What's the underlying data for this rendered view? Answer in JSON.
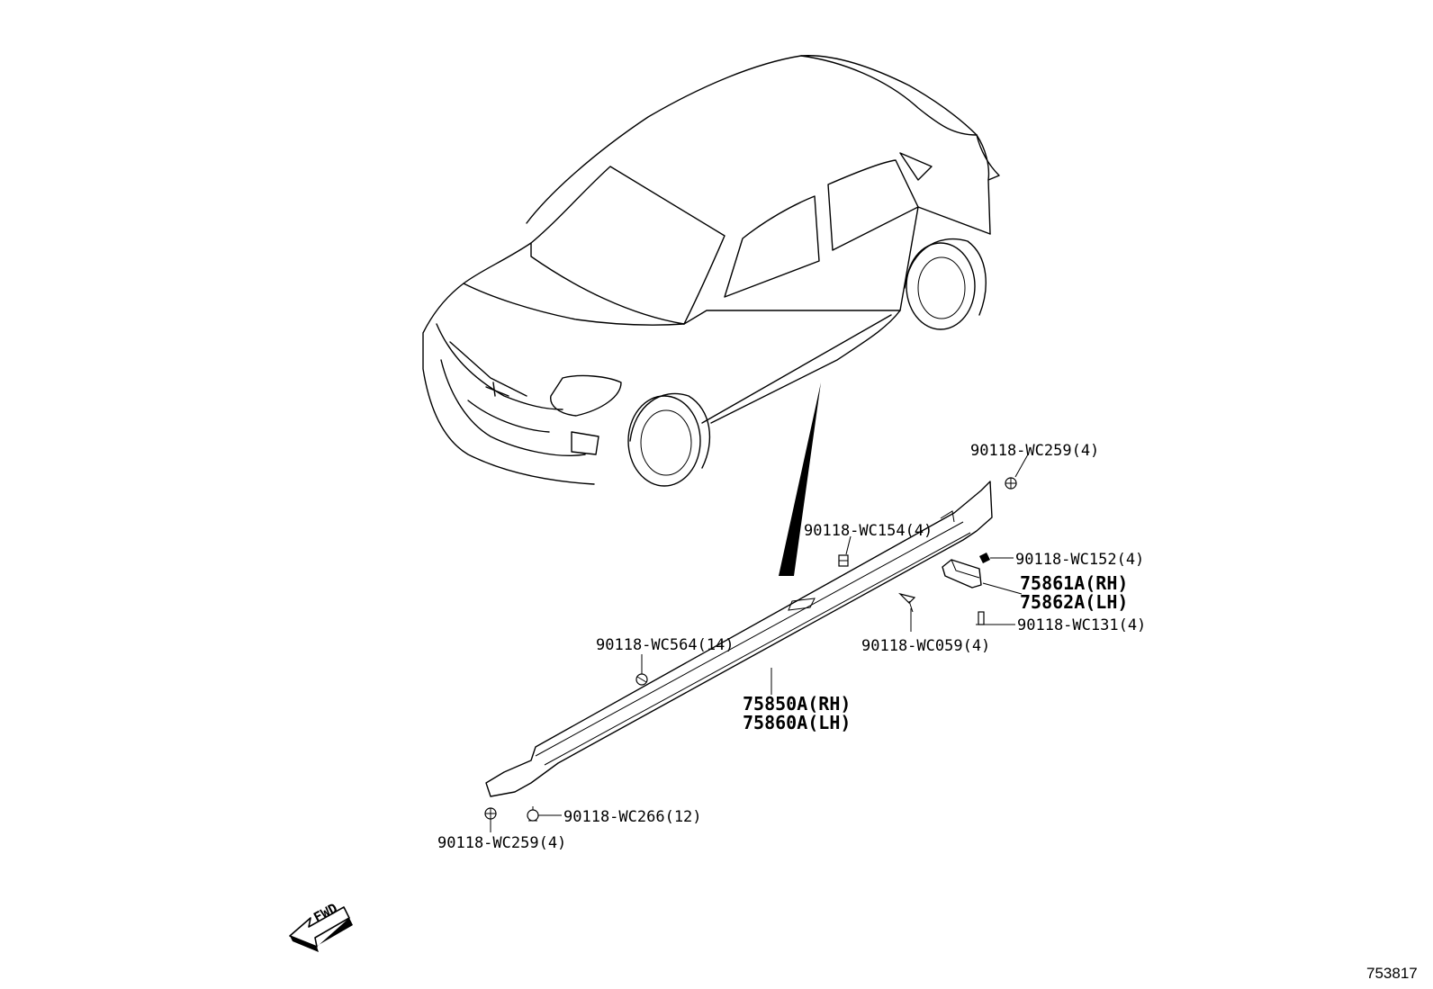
{
  "diagram": {
    "labels": {
      "wc259_top": "90118-WC259(4)",
      "wc154": "90118-WC154(4)",
      "wc152": "90118-WC152(4)",
      "p75861": "75861A(RH)",
      "p75862": "75862A(LH)",
      "wc131": "90118-WC131(4)",
      "wc564": "90118-WC564(14)",
      "wc059": "90118-WC059(4)",
      "p75850": "75850A(RH)",
      "p75860": "75860A(LH)",
      "wc266": "90118-WC266(12)",
      "wc259_bottom": "90118-WC259(4)"
    },
    "fwd_label": "FWD",
    "diagram_number": "753817"
  }
}
